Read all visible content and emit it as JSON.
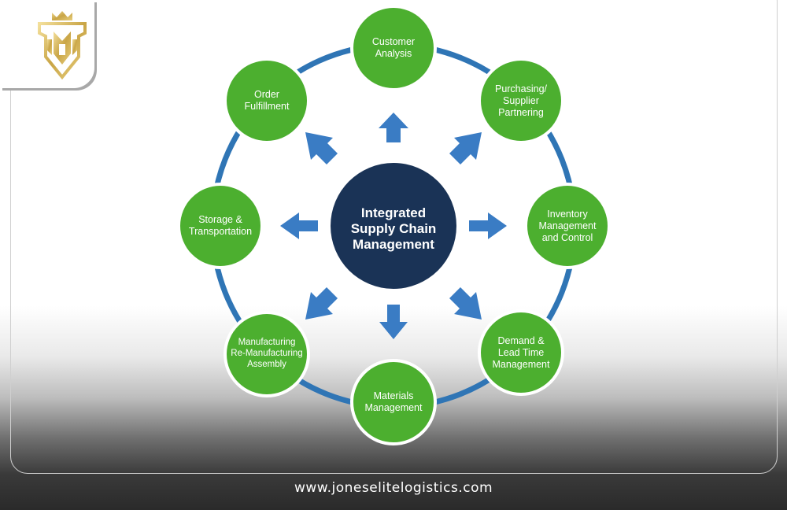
{
  "center": {
    "label": "Integrated\nSupply Chain\nManagement"
  },
  "nodes": [
    {
      "label": "Customer\nAnalysis"
    },
    {
      "label": "Purchasing/\nSupplier\nPartnering"
    },
    {
      "label": "Inventory\nManagement\nand Control"
    },
    {
      "label": "Demand &\nLead Time\nManagement"
    },
    {
      "label": "Materials\nManagement"
    },
    {
      "label": "Manufacturing\nRe-Manufacturing\nAssembly"
    },
    {
      "label": "Storage &\nTransportation"
    },
    {
      "label": "Order\nFulfillment"
    }
  ],
  "footer": {
    "website": "www.joneselitelogistics.com"
  },
  "colors": {
    "ring": "#2f75b5",
    "node_fill": "#4caf2f",
    "center_fill": "#1a3356",
    "arrow": "#3a7cc4"
  },
  "logo": {
    "icon": "crown-shield-logo-icon"
  }
}
